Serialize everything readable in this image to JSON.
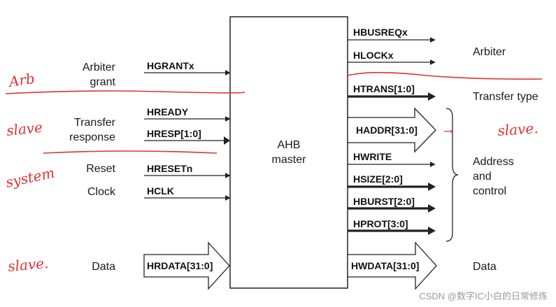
{
  "block": {
    "line1": "AHB",
    "line2": "master"
  },
  "left_groups": [
    {
      "id": "arbiter-grant",
      "lines": [
        "Arbiter",
        "grant"
      ]
    },
    {
      "id": "transfer-response",
      "lines": [
        "Transfer",
        "response"
      ]
    },
    {
      "id": "reset",
      "lines": [
        "Reset"
      ]
    },
    {
      "id": "clock",
      "lines": [
        "Clock"
      ]
    },
    {
      "id": "data-in",
      "lines": [
        "Data"
      ]
    }
  ],
  "left_signals": [
    "HGRANTx",
    "HREADY",
    "HRESP[1:0]",
    "HRESETn",
    "HCLK",
    "HRDATA[31:0]"
  ],
  "right_signals": [
    "HBUSREQx",
    "HLOCKx",
    "HTRANS[1:0]",
    "HADDR[31:0]",
    "HWRITE",
    "HSIZE[2:0]",
    "HBURST[2:0]",
    "HPROT[3:0]",
    "HWDATA[31:0]"
  ],
  "right_groups": [
    {
      "id": "arbiter",
      "lines": [
        "Arbiter"
      ]
    },
    {
      "id": "transfer-type",
      "lines": [
        "Transfer type"
      ]
    },
    {
      "id": "address-control",
      "lines": [
        "Address",
        "and",
        "control"
      ]
    },
    {
      "id": "data-out",
      "lines": [
        "Data"
      ]
    }
  ],
  "handwritten": {
    "arb": "Arb",
    "slave1": "slave",
    "system": "system",
    "slave2": "slave.",
    "slave3": "slave."
  },
  "watermark": "CSDN @数字IC小白的日常修炼"
}
